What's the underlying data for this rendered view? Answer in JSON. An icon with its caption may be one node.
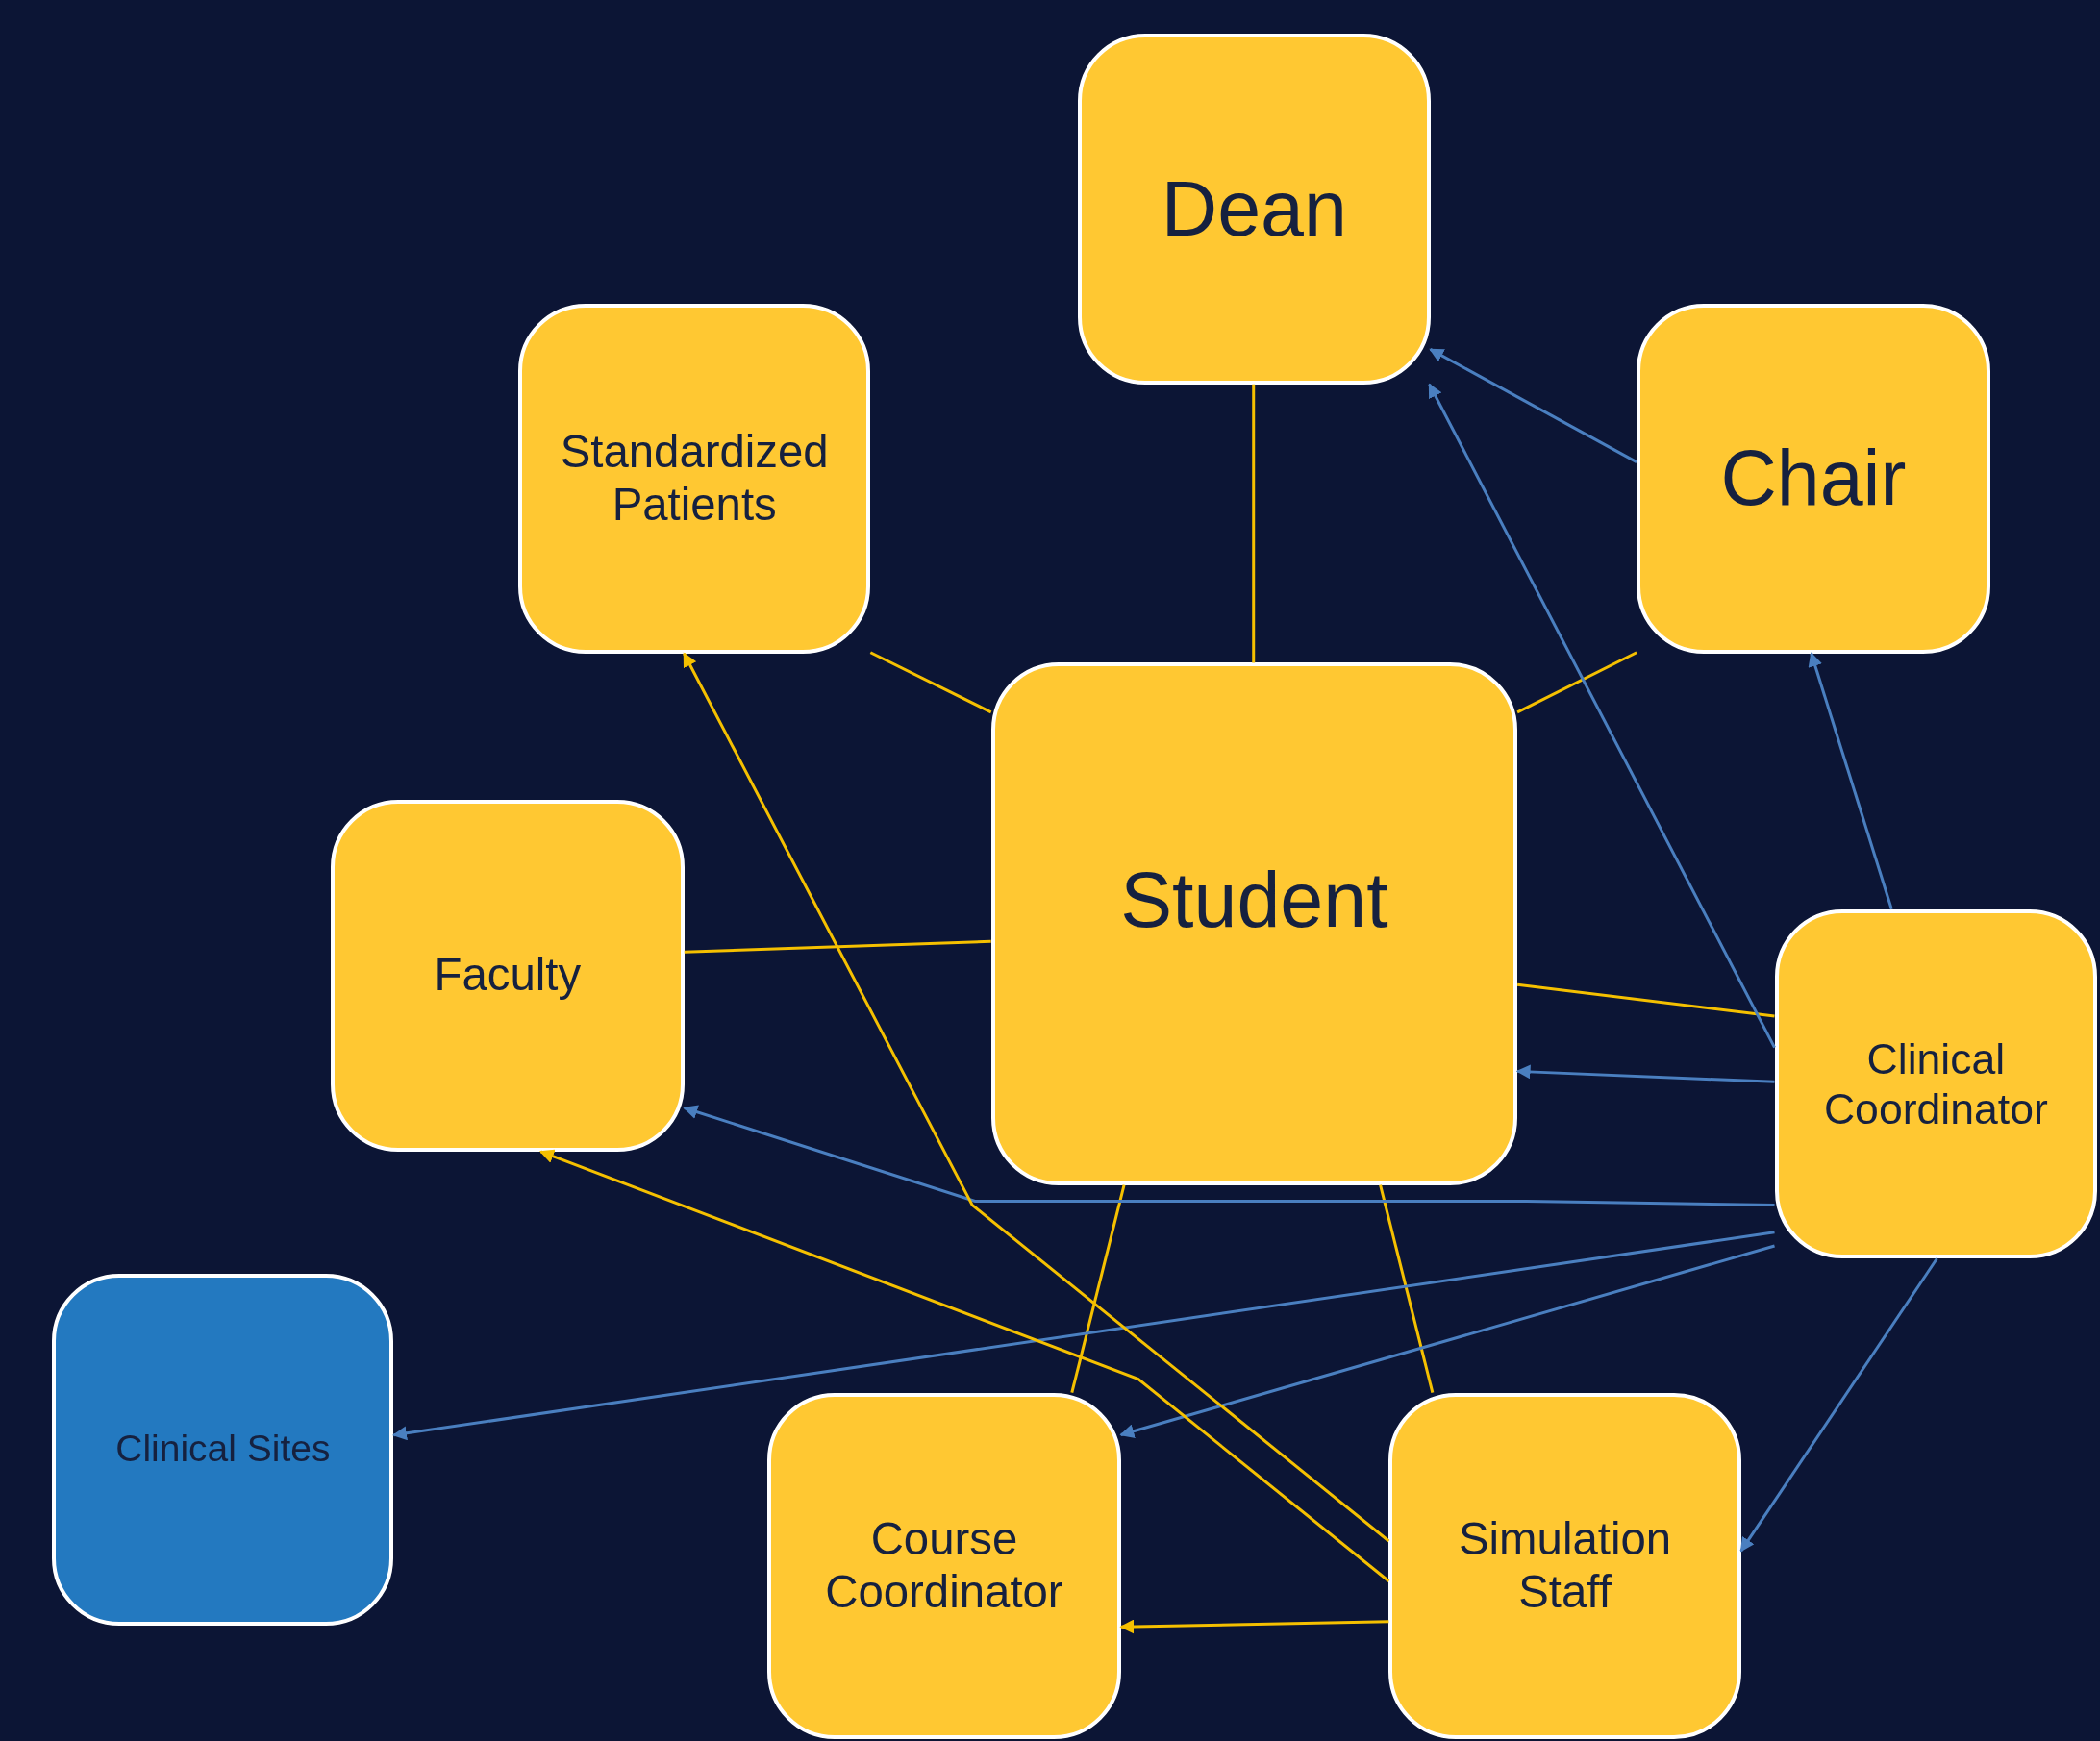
{
  "diagram": {
    "nodes": [
      {
        "text": [
          "Dean"
        ]
      },
      {
        "text": [
          "Standardized Patients"
        ]
      },
      {
        "text": [
          "Chair"
        ]
      },
      {
        "text": [
          "Student"
        ]
      },
      {
        "text": [
          "Faculty"
        ]
      },
      {
        "text": [
          "Clinical Coordinator"
        ]
      },
      {
        "text": [
          "Clinical Sites"
        ]
      },
      {
        "text": [
          "Course Coordinator"
        ]
      },
      {
        "text": [
          "Simulation Staff"
        ]
      }
    ],
    "edges": [
      {
        "from": 3,
        "to": 0,
        "arrow": "none"
      },
      {
        "from": 3,
        "to": 1,
        "arrow": "none"
      },
      {
        "from": 3,
        "to": 2,
        "arrow": "none"
      },
      {
        "from": 3,
        "to": 4,
        "arrow": "none"
      },
      {
        "from": 3,
        "to": 5,
        "arrow": "none"
      },
      {
        "from": 3,
        "to": 7,
        "arrow": "none"
      },
      {
        "from": 3,
        "to": 8,
        "arrow": "none"
      },
      {
        "from": 2,
        "to": 0,
        "arrow": "to",
        "color": "#4a7fc0"
      },
      {
        "from": 5,
        "to": 0,
        "arrow": "to",
        "color": "#4a7fc0"
      },
      {
        "from": 5,
        "to": 2,
        "arrow": "to",
        "color": "#4a7fc0"
      },
      {
        "from": 5,
        "to": 3,
        "arrow": "to",
        "color": "#4a7fc0"
      },
      {
        "from": 5,
        "to": 4,
        "arrow": "to",
        "color": "#4a7fc0"
      },
      {
        "from": 5,
        "to": 6,
        "arrow": "to",
        "color": "#4a7fc0"
      },
      {
        "from": 5,
        "to": 7,
        "arrow": "to",
        "color": "#4a7fc0"
      },
      {
        "from": 5,
        "to": 8,
        "arrow": "to",
        "color": "#4a7fc0"
      },
      {
        "from": 8,
        "to": 1,
        "arrow": "to"
      },
      {
        "from": 8,
        "to": 4,
        "arrow": "to"
      },
      {
        "from": 8,
        "to": 7,
        "arrow": "to"
      }
    ]
  }
}
